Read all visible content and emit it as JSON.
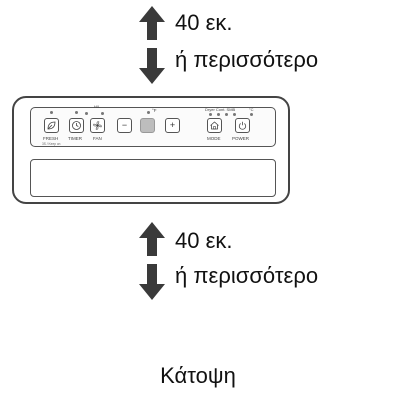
{
  "clearance_top": {
    "value": "40 εκ.",
    "qualifier": "ή περισσότερο"
  },
  "clearance_bottom": {
    "value": "40 εκ.",
    "qualifier": "ή περισσότερο"
  },
  "caption": "Κάτοψη",
  "panel": {
    "fresh_label": "FRESH",
    "fresh_sub": "3S / Keep on",
    "timer_label": "TIMER",
    "fan_label": "FAN",
    "fan_levels_label": "H/L",
    "fahrenheit_label": "°F",
    "mode_indicators": "Dryer Cont. SMB",
    "mode_label": "MODE",
    "power_label": "POWER",
    "power_indicator_label": "°C",
    "minus_symbol": "−",
    "plus_symbol": "+"
  },
  "colors": {
    "arrow": "#3a3a3a",
    "outline": "#444444",
    "display": "#bdbdbd"
  }
}
